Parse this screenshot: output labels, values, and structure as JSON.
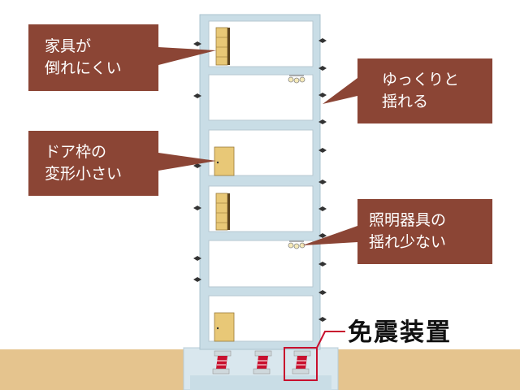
{
  "callouts": {
    "furniture": {
      "line1": "家具が",
      "line2": "倒れにくい"
    },
    "sway": {
      "line1": "ゆっくりと",
      "line2": "揺れる"
    },
    "door": {
      "line1": "ドア枠の",
      "line2": "変形小さい"
    },
    "lighting": {
      "line1": "照明器具の",
      "line2": "揺れ少ない"
    }
  },
  "device_label": "免震装置",
  "colors": {
    "callout": "#8b4535",
    "ground": "#e5c48e",
    "building_frame": "#c9dde6",
    "room": "#ffffff",
    "furniture": "#e8c877",
    "isolator": "#c8102e",
    "highlight_box": "#c8102e"
  },
  "floors": [
    {
      "item": "bookshelf"
    },
    {
      "item": "light-fixture"
    },
    {
      "item": "door"
    },
    {
      "item": "bookshelf"
    },
    {
      "item": "light-fixture"
    },
    {
      "item": "door"
    }
  ]
}
